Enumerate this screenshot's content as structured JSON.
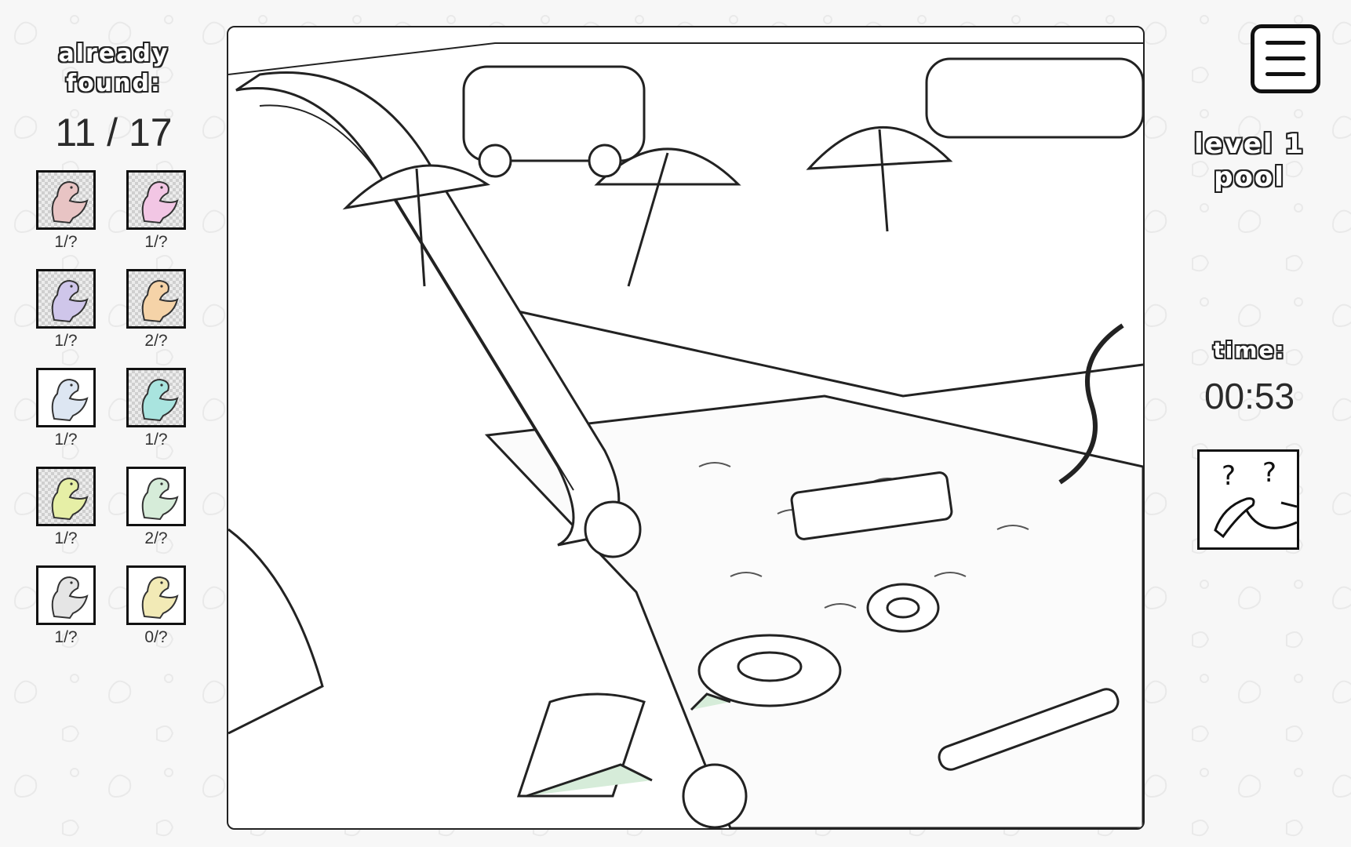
{
  "sidebar": {
    "title_line1": "Already",
    "title_line2": "Found:",
    "count": "11 / 17",
    "items": [
      {
        "name": "pink-trex",
        "color": "#e8c4c4",
        "label": "1/?",
        "found": true
      },
      {
        "name": "pink-lizard",
        "color": "#f2c6e4",
        "label": "1/?",
        "found": true
      },
      {
        "name": "purple-brontosaurus",
        "color": "#cfc6ea",
        "label": "1/?",
        "found": true
      },
      {
        "name": "orange-parasaurolophus",
        "color": "#f5d3a8",
        "label": "2/?",
        "found": true
      },
      {
        "name": "blue-stegosaurus",
        "color": "#dde6f2",
        "label": "1/?",
        "found": false
      },
      {
        "name": "teal-trex",
        "color": "#a9e4df",
        "label": "1/?",
        "found": true
      },
      {
        "name": "yellow-triceratops",
        "color": "#e6efa6",
        "label": "1/?",
        "found": true
      },
      {
        "name": "green-dino",
        "color": "#d6ecd9",
        "label": "2/?",
        "found": false
      },
      {
        "name": "pterodactyl",
        "color": "#e5e5e5",
        "label": "1/?",
        "found": false
      },
      {
        "name": "yellow-ankylosaurus",
        "color": "#f2eab6",
        "label": "0/?",
        "found": false
      }
    ]
  },
  "level": {
    "line1": "Level 1",
    "line2": "Pool"
  },
  "timer": {
    "label": "Time:",
    "value": "00:53"
  },
  "hint": {
    "mark1": "?",
    "mark2": "?"
  }
}
